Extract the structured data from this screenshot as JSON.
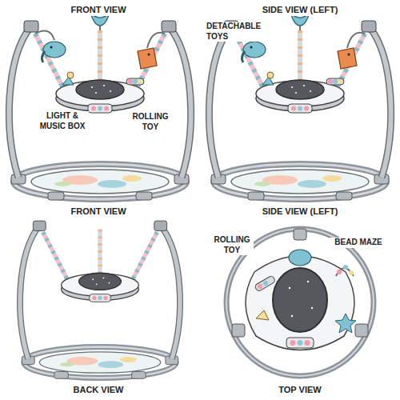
{
  "diagram": {
    "labels": [
      "FRONT VIEW",
      "DETACHABLE TOYS",
      "SIDE VIEW (LEFT)",
      "LIGHT & MUSIC BOX",
      "ROLLING TOY",
      "FRONT VIEW",
      "SIDE VIEW (LEFT)",
      "ROLLING TOY",
      "BEAD MAZE",
      "BACK VIEW",
      "TOP VIEW"
    ]
  }
}
